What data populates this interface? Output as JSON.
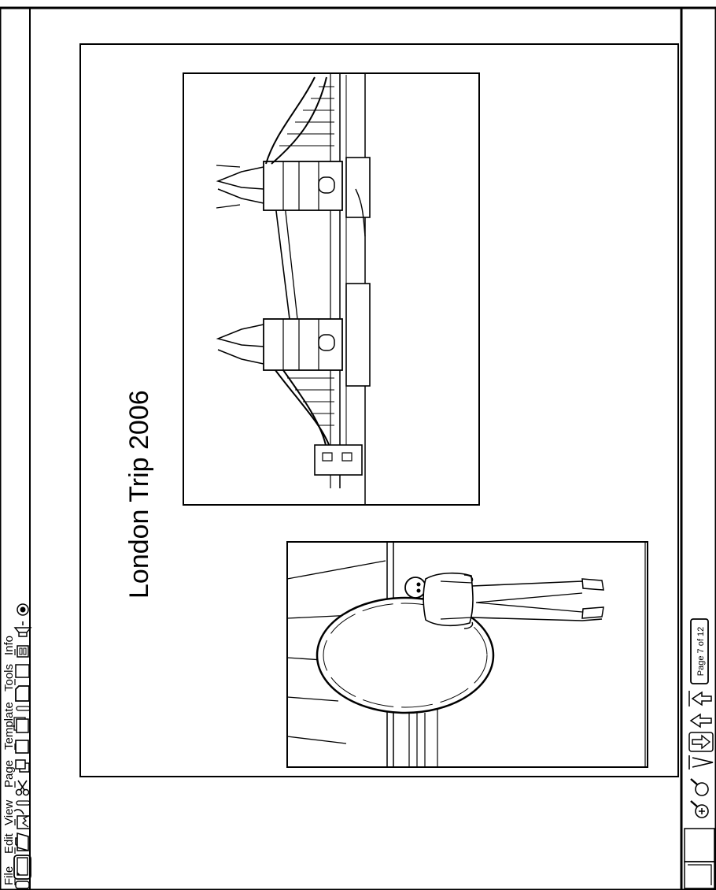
{
  "window": {
    "menu": [
      {
        "label": "File",
        "underline": "F"
      },
      {
        "label": "Edit",
        "underline": "E"
      },
      {
        "label": "View",
        "underline": "V"
      },
      {
        "label": "Page",
        "underline": "P"
      },
      {
        "label": "Template",
        "underline": "T"
      },
      {
        "label": "Tools",
        "underline": "o"
      },
      {
        "label": "Info",
        "underline": "I"
      }
    ]
  },
  "toolbar": {
    "icons": [
      "new-page-icon",
      "open-folder-icon",
      "import-image-icon",
      "cut-icon",
      "copy-icon",
      "paste-icon",
      "duplicate-page-icon",
      "blank-page-icon",
      "frame-icon",
      "layout-icon",
      "speaker-icon",
      "help-icon"
    ]
  },
  "page": {
    "title": "London Trip 2006",
    "photos": [
      {
        "name": "tower-bridge-photo",
        "depicts": "bridge"
      },
      {
        "name": "portrait-photo",
        "depicts": "person"
      }
    ]
  },
  "statusbar": {
    "page_indicator": "Page 7 of 12",
    "current_page": 7,
    "total_pages": 12
  }
}
